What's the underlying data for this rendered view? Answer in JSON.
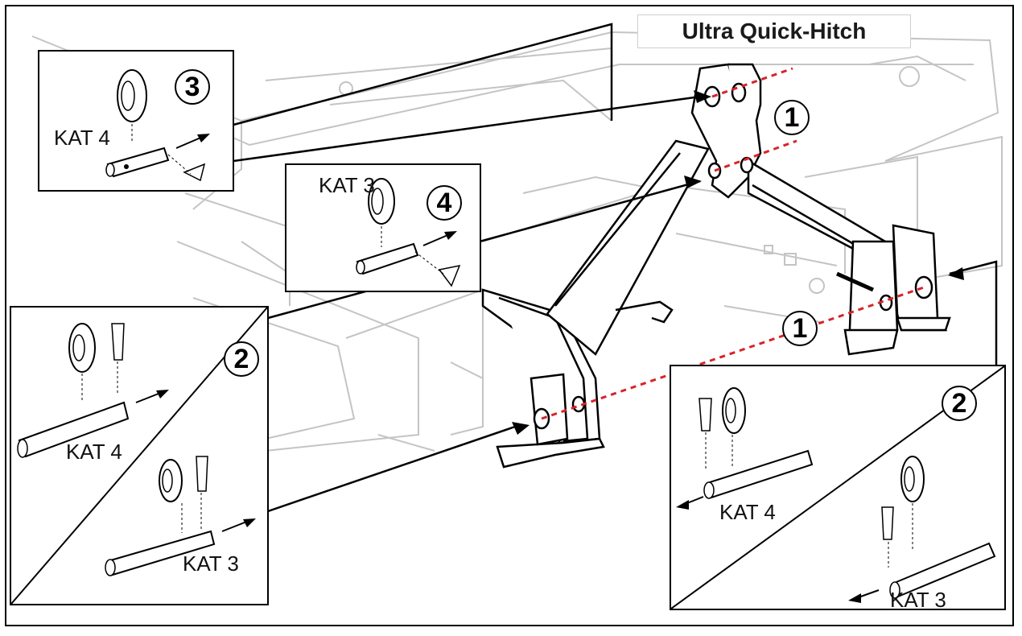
{
  "title": "Ultra Quick-Hitch",
  "callouts": {
    "c1_top": "1",
    "c1_bottom": "1",
    "c2_left": "2",
    "c2_right": "2",
    "c3": "3",
    "c4": "4"
  },
  "labels": {
    "inset3_kat": "KAT 4",
    "inset4_kat": "KAT 3",
    "left_upper": "KAT 4",
    "left_lower": "KAT 3",
    "right_upper": "KAT 4",
    "right_lower": "KAT 3"
  },
  "colors": {
    "line": "#000000",
    "ghost": "#bdbdbd",
    "guide": "#d8232a"
  }
}
